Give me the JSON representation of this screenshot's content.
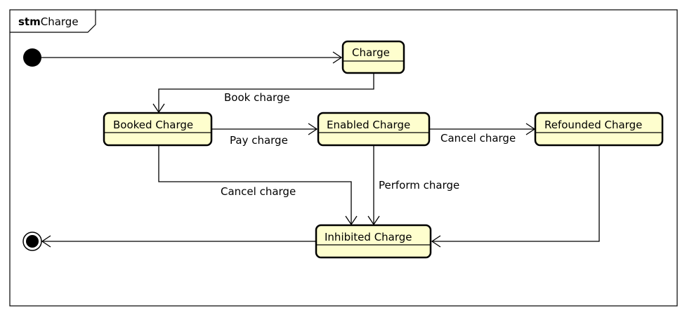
{
  "frame": {
    "keyword": "stm",
    "name": "Charge"
  },
  "states": {
    "charge": "Charge",
    "booked": "Booked Charge",
    "enabled": "Enabled Charge",
    "refounded": "Refounded Charge",
    "inhibited": "Inhibited Charge"
  },
  "transitions": {
    "book_charge": "Book charge",
    "pay_charge": "Pay charge",
    "cancel_enabled": "Cancel charge",
    "cancel_booked": "Cancel charge",
    "perform_charge": "Perform charge"
  },
  "colors": {
    "state_fill": "#FEFECE",
    "stroke": "#000000"
  }
}
